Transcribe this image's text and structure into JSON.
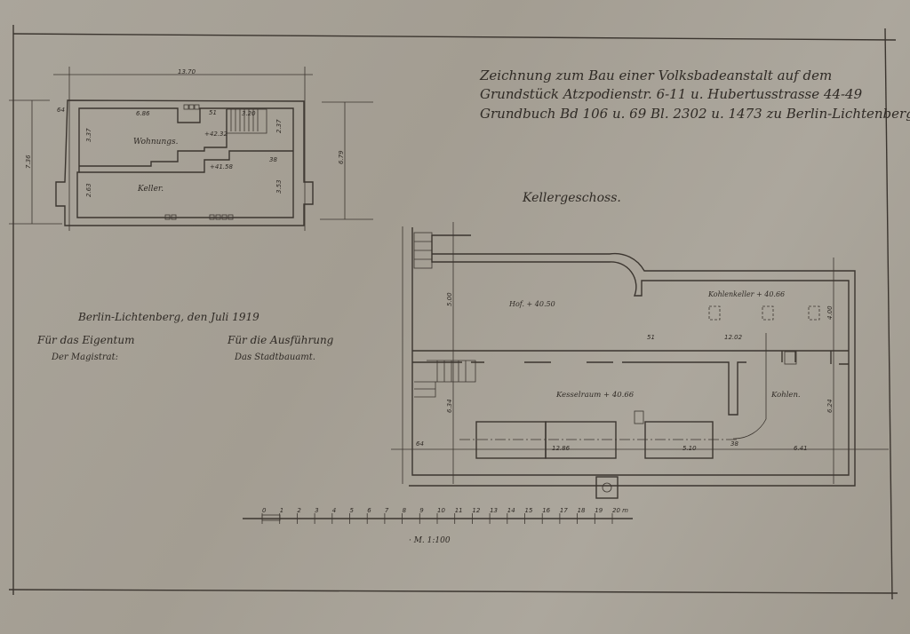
{
  "title_block": {
    "line1": "Zeichnung zum Bau einer Volksbadeanstalt auf dem",
    "line2": "Grundstück Atzpodienstr. 6-11 u. Hubertusstrasse 44-49",
    "line3": "Grundbuch Bd 106 u. 69 Bl. 2302 u. 1473 zu Berlin-Lichtenberg."
  },
  "plan_title": "Kellergeschoss.",
  "signature_block": {
    "place_date": "Berlin-Lichtenberg, den   Juli 1919",
    "owner_label": "Für das Eigentum",
    "owner_name": "Der Magistrat:",
    "execution_label": "Für die Ausführung",
    "execution_name": "Das Stadtbauamt."
  },
  "small_plan": {
    "rooms": [
      "Wohnungs.",
      "Keller."
    ],
    "dimensions": [
      "13.70",
      "7.36",
      "6.79",
      "6.86",
      "3.37",
      "3.53",
      "2.63",
      "2.37",
      "3.20",
      "+42.32",
      "+41.58",
      "51",
      "64",
      "38"
    ]
  },
  "main_plan": {
    "rooms": [
      "Hof. + 40.50",
      "Kohlenkeller + 40.66",
      "Kesselraum + 40.66",
      "Kohlen."
    ],
    "dimensions": [
      "12.02",
      "12.86",
      "5.10",
      "6.41",
      "6.24",
      "5.00",
      "6.34",
      "4.00",
      "51",
      "64",
      "38"
    ]
  },
  "scale_bar": {
    "ticks": [
      "0",
      "1",
      "2",
      "3",
      "4",
      "5",
      "6",
      "7",
      "8",
      "9",
      "10",
      "11",
      "12",
      "13",
      "14",
      "15",
      "16",
      "17",
      "18",
      "19",
      "20 m"
    ],
    "label": "· M. 1:100"
  },
  "colors": {
    "paper": "#a8a297",
    "ink": "#3b352f"
  }
}
